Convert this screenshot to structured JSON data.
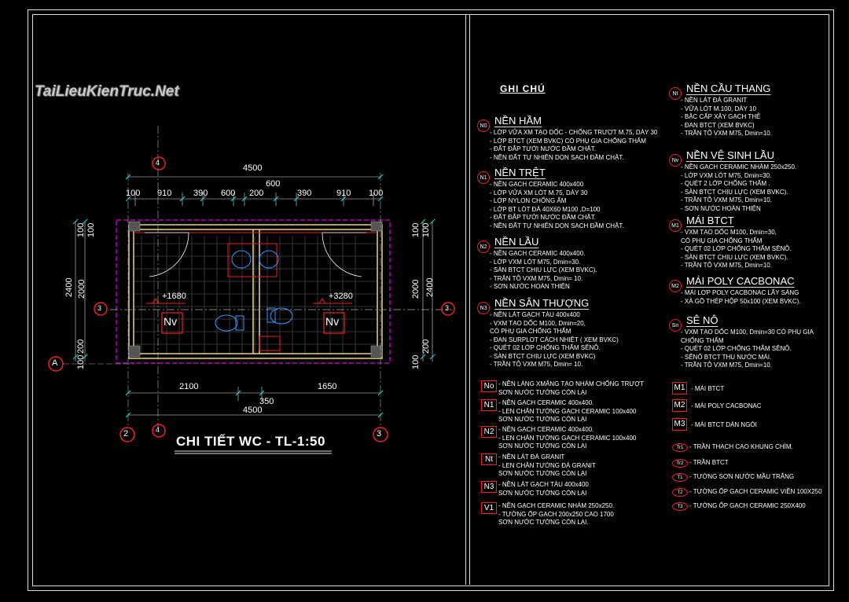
{
  "watermark": "TaiLieuKienTruc.Net",
  "drawing": {
    "title": "CHI TIẾT WC - TL-1:50",
    "dims_top": {
      "total": "4500",
      "segs": [
        "100",
        "910",
        "390",
        "600",
        "200",
        "600",
        "390",
        "910",
        "100"
      ]
    },
    "dims_bottom": {
      "a": "2100",
      "b": "350",
      "c": "1650",
      "total": "4500"
    },
    "dims_left": {
      "total": "2400",
      "inner": "2000",
      "top": "100",
      "top2": "100",
      "bot": "100",
      "bot2": "200"
    },
    "dims_right": {
      "total": "2400",
      "inner": "2000",
      "top": "100",
      "top2": "100",
      "bot": "100",
      "bot2": "200"
    },
    "levels": [
      "+1680",
      "+3280"
    ],
    "room_tags": [
      "Nv",
      "Nv"
    ],
    "grid": {
      "g4": "4",
      "g3": "3",
      "g2": "2",
      "gA": "A"
    }
  },
  "notes": {
    "header": "GHI CHÚ",
    "col1": [
      {
        "code": "N0",
        "title": "NỀN HẦM",
        "lines": [
          "- LỚP VỮA XM TẠO DỐC - CHỐNG TRƯỢT M.75, DÀY 30",
          "- LỚP BTCT (XEM BVKC) CÓ PHỤ GIA CHỐNG THẤM",
          "- ĐẤT ĐẮP TƯỚI NƯỚC ĐẦM CHẶT.",
          "- NỀN ĐẤT TỰ NHIÊN DỌN SẠCH ĐẦM CHẶT."
        ]
      },
      {
        "code": "N1",
        "title": "NỀN TRỆT",
        "lines": [
          "- NỀN GẠCH CERAMIC 400x400",
          "- LỚP VỮA XM LÓT M.75, DÀY 30",
          "- LỚP NYLON CHỐNG ẨM",
          "- LỚP BT LÓT ĐÁ 40X60 M100 ,D=100",
          "- ĐẤT ĐẮP TƯỚI NƯỚC ĐẦM CHẶT.",
          "- NỀN ĐẤT TỰ NHIÊN DỌN SẠCH ĐẦM CHẶT."
        ]
      },
      {
        "code": "N2",
        "title": "NỀN LẦU",
        "lines": [
          "- NỀN GẠCH CERAMIC 400x400.",
          "- LỚP VXM LÓT M75, Dmin=30.",
          "- SÀN BTCT CHỊU LỰC (XEM BVKC).",
          "- TRÂN TÔ VXM M75, Dmin= 10.",
          "- SƠN NƯỚC HOÀN THIỆN"
        ]
      },
      {
        "code": "N3",
        "title": "NỀN SÂN THƯỢNG",
        "lines": [
          "- NỀN LÁT GẠCH TÀU 400x400",
          "- VXM TẠO DỐC M100, Dmin=20,",
          "  CÓ PHỤ GIA CHỐNG THẤM",
          "- ĐAN SURPLOT CÁCH NHIỆT ( XEM BVKC)",
          "- QUÉT 02 LỚP CHỐNG THẤM SÊNÔ.",
          "- SÀN BTCT CHỊU LỰC (XEM BVKC)",
          "- TRẦN TÔ VXM M75, Dmin= 10."
        ]
      }
    ],
    "col2": [
      {
        "code": "Nt",
        "title": "NỀN CẦU THANG",
        "lines": [
          "- NỀN LÁT ĐÁ GRANIT",
          "- VỮA LÓT M.100, DÀY 10",
          "- BẬC CẤP XÂY GẠCH THẺ",
          "- ĐAN BTCT (XEM BVKC)",
          "- TRẦN TÔ VXM M75, Dmin=10."
        ]
      },
      {
        "code": "Nv",
        "title": "NỀN VỆ SINH LẦU",
        "lines": [
          "- NỀN GẠCH CERAMIC NHÁM 250x250.",
          "- LỚP VXM LÓT M75, Dmin=30.",
          "- QUÉT 2 LỚP CHỐNG THẤM .",
          "- SÀN BTCT CHỊU LỰC (XEM BVKC).",
          "- TRẦN TÔ VXM M75, Dmin=10.",
          "- SƠN NƯỚC HOÀN THIỆN"
        ]
      },
      {
        "code": "M1",
        "title": "MÁI BTCT",
        "lines": [
          "- VXM TẠO DỐC M100, Dmin=30,",
          "  CÓ PHỤ GIA CHỐNG THẤM",
          "- QUÉT 02 LỚP CHỐNG THẤM SÊNÔ.",
          "- SÀN BTCT CHỊU LỰC (XEM BVKC).",
          "- TRẦN TÔ VXM M75, Dmin=10."
        ]
      },
      {
        "code": "M2",
        "title": "MÁI POLY CACBONAC",
        "lines": [
          "- MÁI LỢP POLY CACBONAC LẤY SÁNG",
          "- XÀ GỒ THÉP HỘP 50x100 (XEM BVKC)."
        ]
      },
      {
        "code": "Sn",
        "title": "SÊ NÔ",
        "lines": [
          "- VXM TẠO DỐC M100, Dmin=30 CÓ PHỤ GIA",
          "  CHỐNG THẤM",
          "- QUÉT 02 LỚP CHỐNG THẤM SÊNÔ.",
          "- SÊNÔ BTCT THU NƯỚC MÁI.",
          "- TRẦN TÔ VXM M75, Dmin=10."
        ]
      }
    ],
    "legend_left": [
      {
        "code": "No",
        "lines": [
          "- NỀN LÁNG XMĂNG TẠO NHÁM CHỐNG TRƯỢT",
          "  SƠN NƯỚC TƯỜNG CÒN LẠI"
        ]
      },
      {
        "code": "N1",
        "lines": [
          "- NỀN GẠCH CERAMIC 400x400.",
          "- LEN CHÂN TƯỜNG GẠCH CERAMIC 100x400",
          "  SƠN NƯỚC TƯỜNG CÒN LẠI"
        ]
      },
      {
        "code": "N2",
        "lines": [
          "- NỀN GẠCH CERAMIC 400x400.",
          "- LEN CHÂN TƯỜNG GẠCH CERAMIC 100x400",
          "  SƠN NƯỚC TƯỜNG CÒN LẠI"
        ]
      },
      {
        "code": "Nt",
        "lines": [
          "- NỀN LÁT ĐÁ GRANIT",
          "- LEN CHÂN TƯỜNG ĐÁ GRANIT",
          "  SƠN NƯỚC TƯỜNG CÒN LẠI"
        ]
      },
      {
        "code": "N3",
        "lines": [
          "- NỀN LÁT GẠCH TÀU 400x400",
          "  SƠN NƯỚC TƯỜNG CÒN LẠI"
        ]
      },
      {
        "code": "V1",
        "lines": [
          "- NỀN GẠCH CERAMIC NHÁM 250x250.",
          "- TƯỜNG ỐP GẠCH 200x250 CAO 1700",
          "  SƠN NƯỚC TƯỜNG CÒN LẠI."
        ]
      }
    ],
    "legend_right_boxes": [
      {
        "code": "M1",
        "text": "- MÁI BTCT"
      },
      {
        "code": "M2",
        "text": "- MÁI POLY CACBONAC"
      },
      {
        "code": "M3",
        "text": "- MÁI BTCT DÁN NGÓI"
      }
    ],
    "legend_right_ovals": [
      {
        "code": "Tr1",
        "text": "- TRẦN THẠCH CAO KHUNG CHÌM."
      },
      {
        "code": "Tr2",
        "text": "- TRẦN BTCT"
      },
      {
        "code": "T1",
        "text": "- TƯỜNG SƠN NƯỚC MẦU TRẮNG"
      },
      {
        "code": "T2",
        "text": "- TƯỜNG ỐP GẠCH CERAMIC VIỀN 100X250"
      },
      {
        "code": "T3",
        "text": "- TƯỜNG ỐP GẠCH CERAMIC 250X400"
      }
    ]
  }
}
